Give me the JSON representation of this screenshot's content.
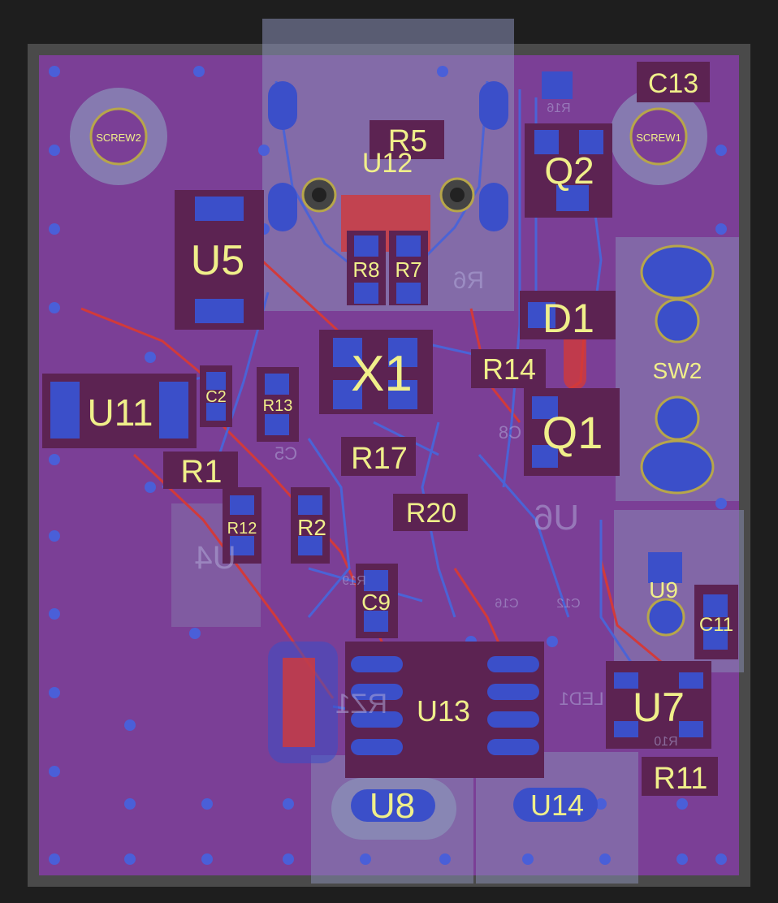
{
  "board": {
    "colors": {
      "background": "#1e1e1e",
      "board_edge": "#4a4a4a",
      "copper_fill": "#7b3f96",
      "silkscreen": "#f0ef8a",
      "front_pad": "#3b4fc9",
      "back_pad": "#d0333b",
      "via": "#4a5fd8",
      "overlay": "#8a8fb8",
      "trace_blue": "#4b63d6",
      "trace_red": "#d23a3a"
    },
    "screws": [
      {
        "id": "screw2",
        "label": "SCREW2"
      },
      {
        "id": "screw1",
        "label": "SCREW1"
      }
    ],
    "components": [
      {
        "id": "c13",
        "label": "C13"
      },
      {
        "id": "r5",
        "label": "R5"
      },
      {
        "id": "u12",
        "label": "U12"
      },
      {
        "id": "q2",
        "label": "Q2"
      },
      {
        "id": "u5",
        "label": "U5"
      },
      {
        "id": "r8",
        "label": "R8"
      },
      {
        "id": "r7",
        "label": "R7"
      },
      {
        "id": "d1",
        "label": "D1"
      },
      {
        "id": "x1",
        "label": "X1"
      },
      {
        "id": "r14",
        "label": "R14"
      },
      {
        "id": "sw2",
        "label": "SW2"
      },
      {
        "id": "u11",
        "label": "U11"
      },
      {
        "id": "c2",
        "label": "C2"
      },
      {
        "id": "r13",
        "label": "R13"
      },
      {
        "id": "q1",
        "label": "Q1"
      },
      {
        "id": "r17",
        "label": "R17"
      },
      {
        "id": "r1",
        "label": "R1"
      },
      {
        "id": "r20",
        "label": "R20"
      },
      {
        "id": "r12",
        "label": "R12"
      },
      {
        "id": "r2",
        "label": "R2"
      },
      {
        "id": "c9",
        "label": "C9"
      },
      {
        "id": "u9",
        "label": "U9"
      },
      {
        "id": "c11",
        "label": "C11"
      },
      {
        "id": "u13",
        "label": "U13"
      },
      {
        "id": "u7",
        "label": "U7"
      },
      {
        "id": "r11",
        "label": "R11"
      },
      {
        "id": "u8",
        "label": "U8"
      },
      {
        "id": "u14",
        "label": "U14"
      }
    ],
    "back_labels": [
      {
        "id": "r16",
        "label": "R16"
      },
      {
        "id": "r6",
        "label": "R6"
      },
      {
        "id": "c8",
        "label": "C8"
      },
      {
        "id": "u6",
        "label": "U6"
      },
      {
        "id": "c16",
        "label": "C16"
      },
      {
        "id": "c12",
        "label": "C12"
      },
      {
        "id": "r10",
        "label": "R10"
      },
      {
        "id": "r19",
        "label": "R19"
      },
      {
        "id": "led1",
        "label": "LED1"
      },
      {
        "id": "rz1",
        "label": "RZ1"
      },
      {
        "id": "u4",
        "label": "U4"
      },
      {
        "id": "c5",
        "label": "C5"
      }
    ]
  }
}
